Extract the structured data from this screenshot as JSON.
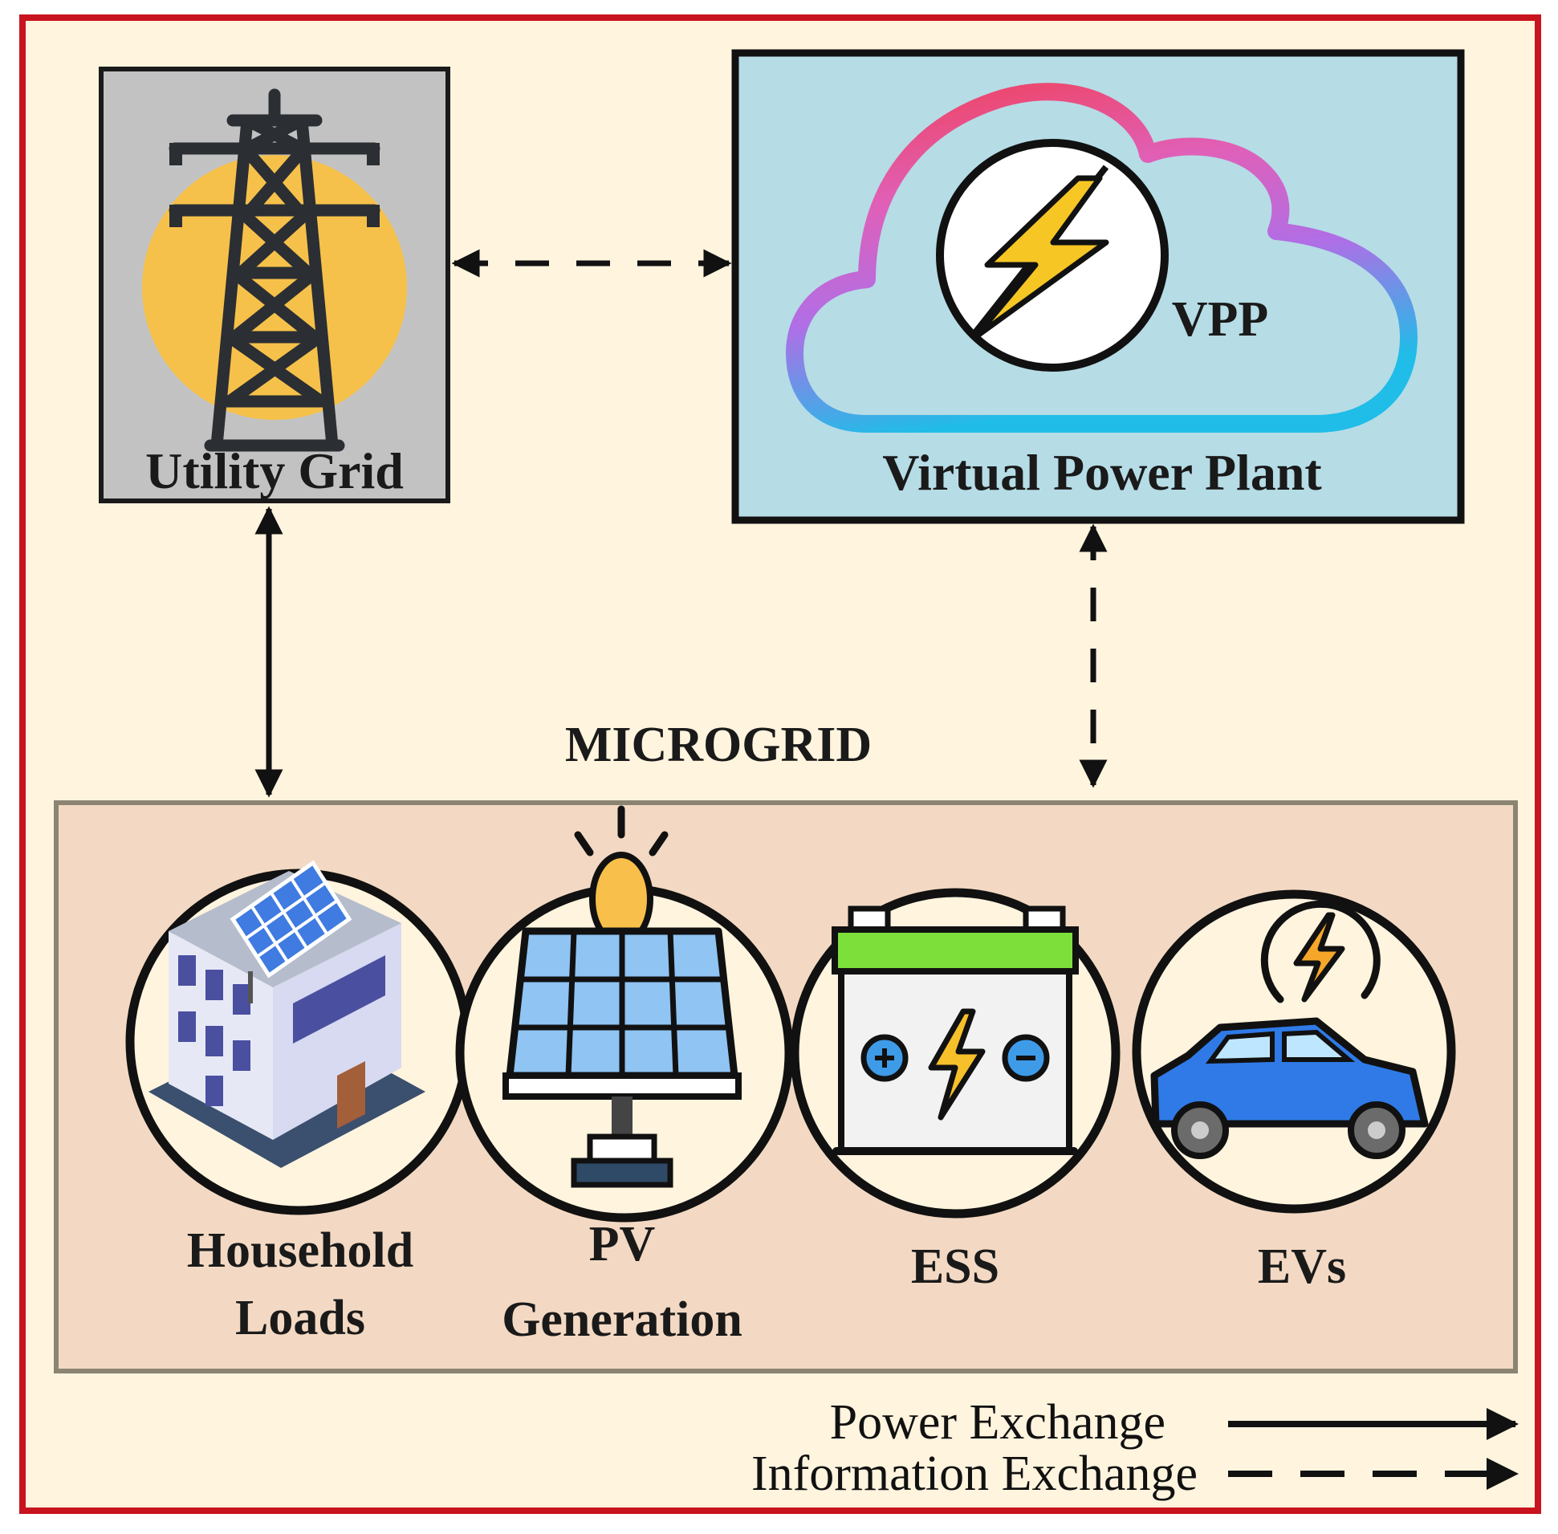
{
  "utility_grid": {
    "label": "Utility Grid"
  },
  "vpp": {
    "badge": "VPP",
    "label": "Virtual Power Plant"
  },
  "microgrid": {
    "title": "MICROGRID",
    "components": [
      {
        "line1": "Household",
        "line2": "Loads"
      },
      {
        "line1": "PV",
        "line2": "Generation"
      },
      {
        "line1": "ESS",
        "line2": ""
      },
      {
        "line1": "EVs",
        "line2": ""
      }
    ]
  },
  "legend": {
    "power": "Power Exchange",
    "information": "Information Exchange"
  },
  "colors": {
    "outer_border": "#c8141e",
    "background": "#fff4de",
    "grid_box": "#c2c2c2",
    "vpp_box": "#b6dce6",
    "microgrid_box": "#f3d9c3",
    "sun": "#f6c14a",
    "tower": "#2b2e33"
  }
}
